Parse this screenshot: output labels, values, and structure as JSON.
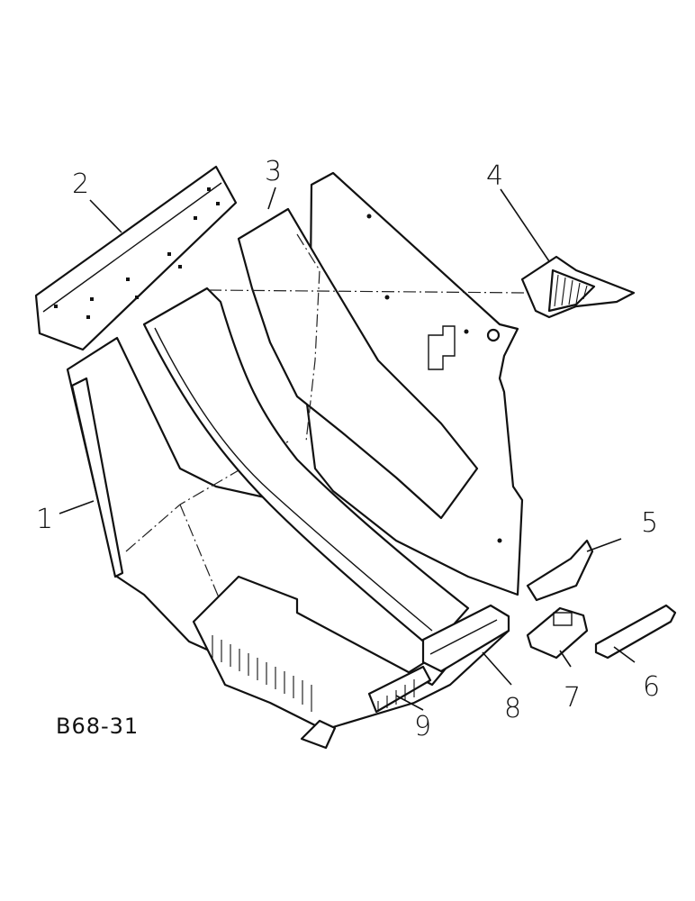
{
  "callouts": [
    {
      "id": "1",
      "label": "1"
    },
    {
      "id": "2",
      "label": "2"
    },
    {
      "id": "3",
      "label": "3"
    },
    {
      "id": "4",
      "label": "4"
    },
    {
      "id": "5",
      "label": "5"
    },
    {
      "id": "6",
      "label": "6"
    },
    {
      "id": "7",
      "label": "7"
    },
    {
      "id": "8",
      "label": "8"
    },
    {
      "id": "9",
      "label": "9"
    }
  ],
  "reference": "B68-31",
  "colors": {
    "ink": "#111111",
    "paper": "#ffffff"
  }
}
